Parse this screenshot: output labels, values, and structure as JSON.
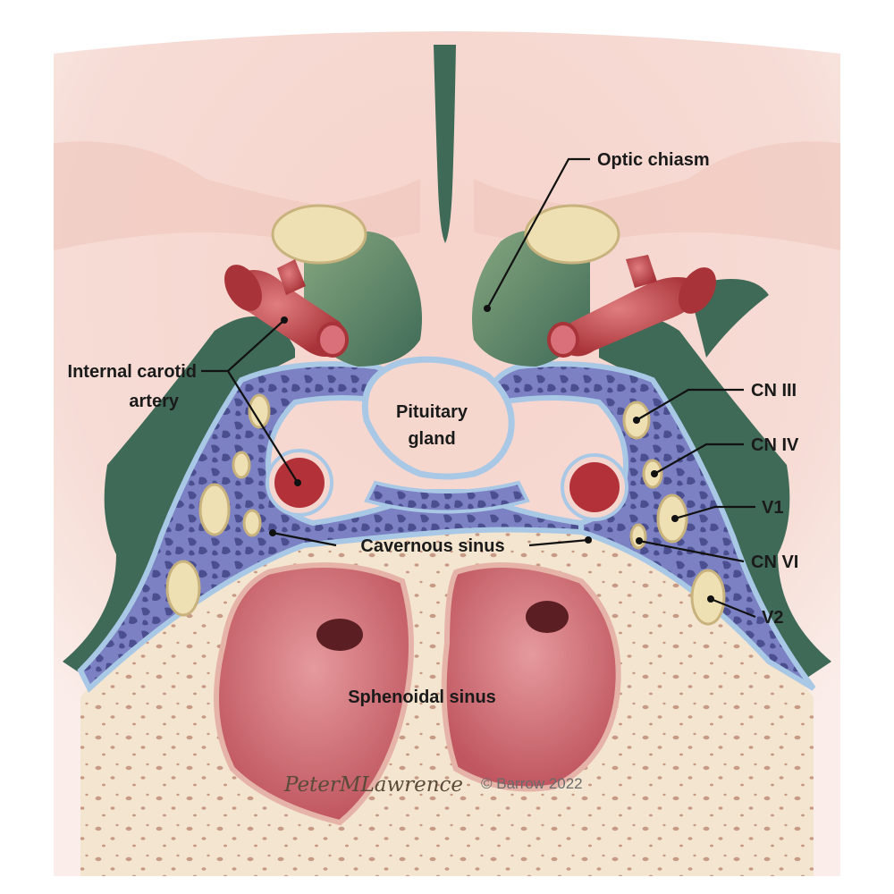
{
  "labels": {
    "optic_chiasm": "Optic chiasm",
    "ica_line1": "Internal carotid",
    "ica_line2": "artery",
    "pit_line1": "Pituitary",
    "pit_line2": "gland",
    "cn3": "CN III",
    "cn4": "CN IV",
    "v1": "V1",
    "cn6": "CN VI",
    "v2": "V2",
    "cavernous": "Cavernous sinus",
    "sphenoid": "Sphenoidal sinus"
  },
  "credits": {
    "signature": "PeterMLawrence",
    "copyright": "© Barrow 2022"
  },
  "colors": {
    "brain": "#f4d6cf",
    "dura": "#3f6a57",
    "optic_nerve": "#5d8a65",
    "nerve_cut": "#efe0b3",
    "artery": "#c9494e",
    "sinus_blue": "#6f78b8",
    "bone": "#f2e3cc",
    "mucosa": "#c9606a"
  }
}
